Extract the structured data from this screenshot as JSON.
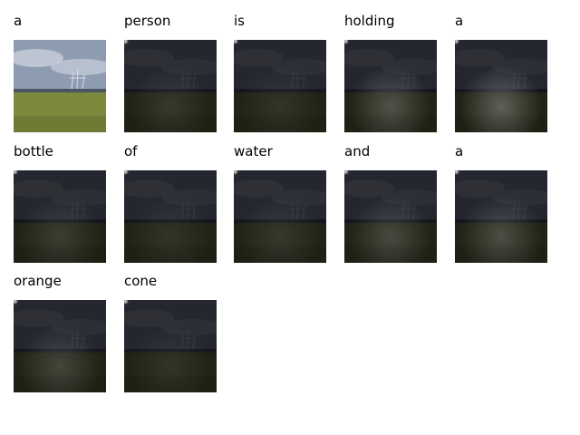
{
  "frames": [
    {
      "word": "a",
      "attended": false,
      "attention": 0.05
    },
    {
      "word": "person",
      "attended": true,
      "attention": 0.1
    },
    {
      "word": "is",
      "attended": true,
      "attention": 0.08
    },
    {
      "word": "holding",
      "attended": true,
      "attention": 0.22
    },
    {
      "word": "a",
      "attended": true,
      "attention": 0.28
    },
    {
      "word": "bottle",
      "attended": true,
      "attention": 0.12
    },
    {
      "word": "of",
      "attended": true,
      "attention": 0.08
    },
    {
      "word": "water",
      "attended": true,
      "attention": 0.1
    },
    {
      "word": "and",
      "attended": true,
      "attention": 0.18
    },
    {
      "word": "a",
      "attended": true,
      "attention": 0.2
    },
    {
      "word": "orange",
      "attended": true,
      "attention": 0.16
    },
    {
      "word": "cone",
      "attended": true,
      "attention": 0.08
    }
  ],
  "colors": {
    "sky": "#8e9cb2",
    "cloud": "#c9d0db",
    "field": "#7c8a3e",
    "field_dark": "#5f6b2a",
    "overlay": "#06070a"
  }
}
